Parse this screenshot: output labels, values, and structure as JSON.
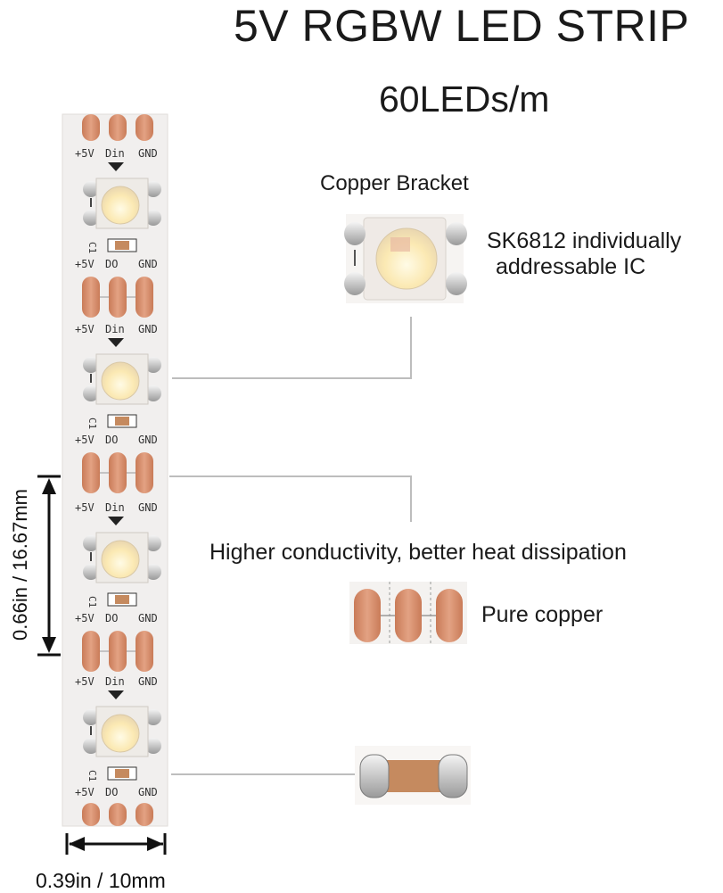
{
  "title": "5V RGBW LED STRIP",
  "subtitle": "60LEDs/m",
  "callouts": {
    "copper_bracket": "Copper Bracket",
    "ic_line1": "SK6812 individually",
    "ic_line2": "addressable IC",
    "conductivity": "Higher conductivity, better heat dissipation",
    "pure_copper": "Pure copper"
  },
  "dimensions": {
    "pitch": "0.66in / 16.67mm",
    "width": "0.39in / 10mm"
  },
  "strip": {
    "top_labels": [
      "+5V",
      "Din",
      "GND"
    ],
    "bottom_labels": [
      "+5V",
      "DO",
      "GND"
    ],
    "capacitor_label": "C1"
  },
  "colors": {
    "copper": "#d8926e",
    "strip": "#f2f0ef",
    "leader_line": "#bdbdbd",
    "led_warm": "#fff3c4"
  }
}
